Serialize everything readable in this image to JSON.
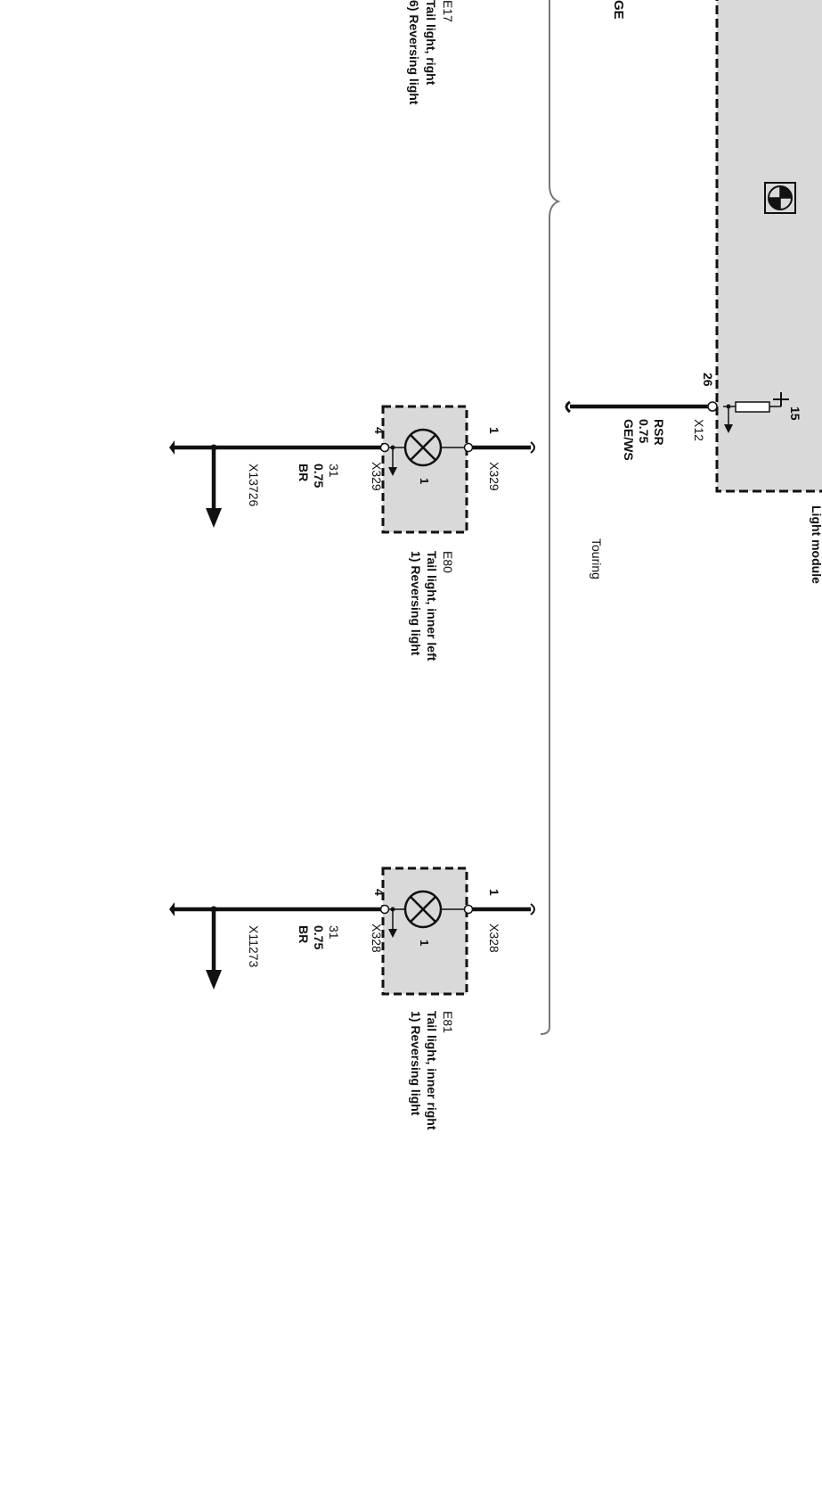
{
  "colors": {
    "line": "#111111",
    "box_fill": "#d9d9d9",
    "paper": "#ffffff",
    "bracket": "#777777"
  },
  "top_fragment": "GE",
  "e17": {
    "id": "E17",
    "line1": "Tail light, right",
    "line2": "6) Reversing light"
  },
  "light_module": {
    "label": "Light module",
    "logo": "bmw-roundel-icon",
    "pin": "26",
    "connector": "X12",
    "fuse": "15"
  },
  "rsr_wire": {
    "signal": "RSR",
    "size": "0.75",
    "color": "GE/WS"
  },
  "touring_note": "Touring",
  "e80": {
    "id": "E80",
    "line1": "Tail light, inner left",
    "line2": "1) Reversing light",
    "pin_in": "1",
    "pin_out": "4",
    "bulb_num": "1",
    "connector_in": "X329",
    "connector_out": "X329",
    "ground_term": "31",
    "ground_size": "0.75",
    "ground_color": "BR",
    "ground_point": "X13726"
  },
  "e81": {
    "id": "E81",
    "line1": "Tail light, inner right",
    "line2": "1) Reversing light",
    "pin_in": "1",
    "pin_out": "4",
    "bulb_num": "1",
    "connector_in": "X328",
    "connector_out": "X328",
    "ground_term": "31",
    "ground_size": "0.75",
    "ground_color": "BR",
    "ground_point": "X11273"
  }
}
